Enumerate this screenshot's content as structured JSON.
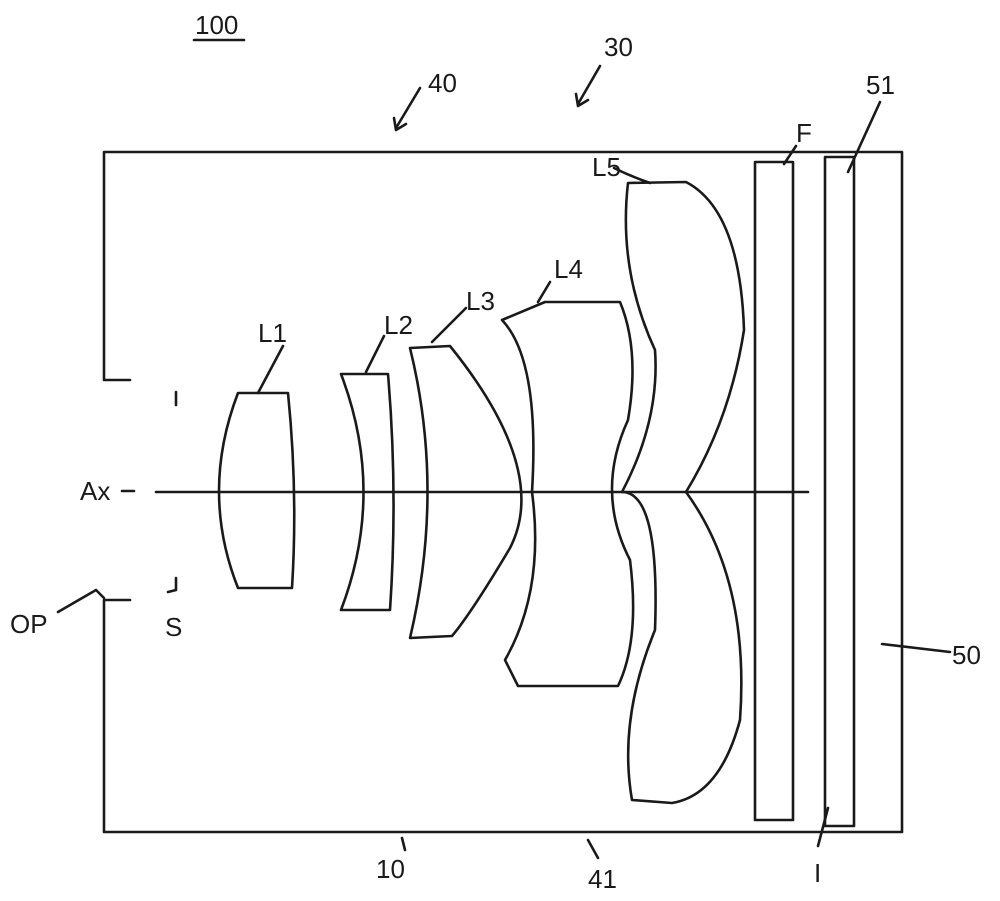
{
  "figure": {
    "number": "100",
    "labels": {
      "l30": "30",
      "l40": "40",
      "l51": "51",
      "lF": "F",
      "lL5": "L5",
      "lL4": "L4",
      "lL3": "L3",
      "lL2": "L2",
      "lL1": "L1",
      "lAx": "Ax",
      "lOP": "OP",
      "lS": "S",
      "l50": "50",
      "l10": "10",
      "l41": "41",
      "lI": "I"
    }
  }
}
